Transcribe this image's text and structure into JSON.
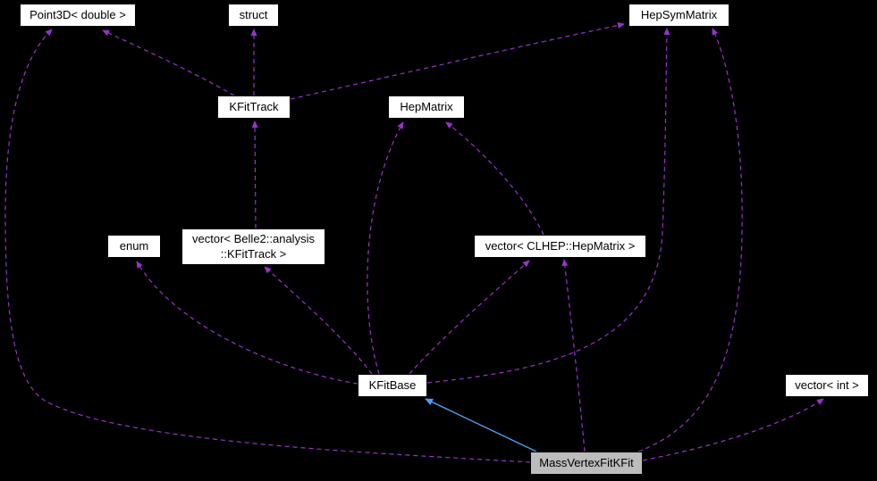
{
  "diagram": {
    "type": "collaboration-graph",
    "background_color": "#000000",
    "usage_edge_color": "#9932cc",
    "inheritance_edge_color": "#4aa0f0",
    "highlight_node_color": "#bcbcbc",
    "nodes": {
      "point3d": {
        "label": "Point3D< double >"
      },
      "struct": {
        "label": "struct"
      },
      "hepsymmatrix": {
        "label": "HepSymMatrix"
      },
      "kfittrack": {
        "label": "KFitTrack"
      },
      "hepmatrix": {
        "label": "HepMatrix"
      },
      "enum": {
        "label": "enum"
      },
      "vector_kfittrack": {
        "label": "vector< Belle2::analysis\n::KFitTrack >"
      },
      "vector_clhep_hepmatrix": {
        "label": "vector< CLHEP::HepMatrix >"
      },
      "kfitbase": {
        "label": "KFitBase"
      },
      "vector_int": {
        "label": "vector< int >"
      },
      "massvertexfitkfit": {
        "label": "MassVertexFitKFit"
      }
    },
    "edges": [
      {
        "from": "KFitTrack",
        "to": "Point3D< double >",
        "type": "usage"
      },
      {
        "from": "KFitTrack",
        "to": "struct",
        "type": "usage"
      },
      {
        "from": "KFitTrack",
        "to": "HepSymMatrix",
        "type": "usage"
      },
      {
        "from": "vector< Belle2::analysis::KFitTrack >",
        "to": "KFitTrack",
        "type": "usage"
      },
      {
        "from": "vector< CLHEP::HepMatrix >",
        "to": "HepMatrix",
        "type": "usage"
      },
      {
        "from": "KFitBase",
        "to": "HepMatrix",
        "type": "usage"
      },
      {
        "from": "KFitBase",
        "to": "vector< CLHEP::HepMatrix >",
        "type": "usage"
      },
      {
        "from": "KFitBase",
        "to": "vector< Belle2::analysis::KFitTrack >",
        "type": "usage"
      },
      {
        "from": "KFitBase",
        "to": "enum",
        "type": "usage"
      },
      {
        "from": "KFitBase",
        "to": "HepSymMatrix",
        "type": "usage"
      },
      {
        "from": "MassVertexFitKFit",
        "to": "KFitBase",
        "type": "inheritance"
      },
      {
        "from": "MassVertexFitKFit",
        "to": "vector< int >",
        "type": "usage"
      },
      {
        "from": "MassVertexFitKFit",
        "to": "HepSymMatrix",
        "type": "usage"
      },
      {
        "from": "MassVertexFitKFit",
        "to": "Point3D< double >",
        "type": "usage"
      },
      {
        "from": "MassVertexFitKFit",
        "to": "vector< CLHEP::HepMatrix >",
        "type": "usage"
      }
    ]
  }
}
